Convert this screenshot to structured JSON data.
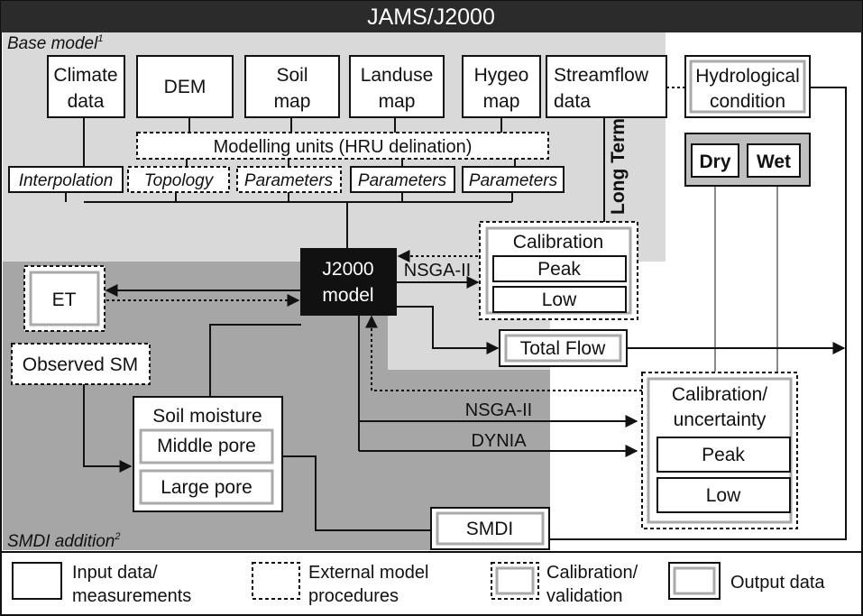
{
  "title": "JAMS/J2000",
  "sections": {
    "base_model": "Base model",
    "base_model_sup": "1",
    "smdi_addition": "SMDI addition",
    "smdi_addition_sup": "2"
  },
  "inputs": {
    "climate": [
      "Climate",
      "data"
    ],
    "dem": [
      "DEM"
    ],
    "soil": [
      "Soil",
      "map"
    ],
    "landuse": [
      "Landuse",
      "map"
    ],
    "hygeo": [
      "Hygeo",
      "map"
    ],
    "streamflow": [
      "Streamflow",
      "data"
    ]
  },
  "hydro": {
    "label": [
      "Hydrological",
      "condition"
    ],
    "dry": "Dry",
    "wet": "Wet"
  },
  "modelling_units": "Modelling units (HRU delination)",
  "procedures": [
    "Interpolation",
    "Topology",
    "Parameters",
    "Parameters",
    "Parameters"
  ],
  "long_term": "Long Term",
  "model": [
    "J2000",
    "model"
  ],
  "calibration": {
    "title": "Calibration",
    "peak": "Peak",
    "low": "Low"
  },
  "nsga_top": "NSGA-II",
  "et": "ET",
  "observed_sm": "Observed SM",
  "soil_moisture": {
    "title": "Soil moisture",
    "middle": "Middle pore",
    "large": "Large pore"
  },
  "total_flow": "Total Flow",
  "calib_uncert": {
    "title": [
      "Calibration/",
      "uncertainty"
    ],
    "peak": "Peak",
    "low": "Low"
  },
  "nsga_bottom": "NSGA-II",
  "dynia": "DYNIA",
  "smdi": "SMDI",
  "legend": {
    "input": [
      "Input data/",
      "measurements"
    ],
    "external": [
      "External model",
      "procedures"
    ],
    "calibration": [
      "Calibration/",
      "validation"
    ],
    "output": "Output data"
  },
  "colors": {
    "light_region": "#d9d9d9",
    "dark_region": "#a6a6a6",
    "model_fill": "#111111",
    "hydro_panel": "#bfbfbf"
  }
}
